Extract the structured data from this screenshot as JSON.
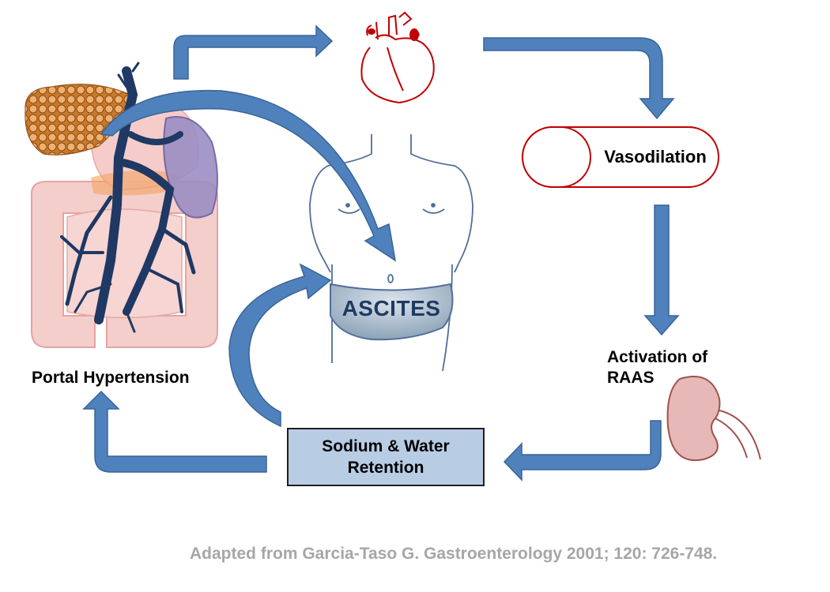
{
  "labels": {
    "portal_hypertension": "Portal Hypertension",
    "vasodilation": "Vasodilation",
    "activation_raas_line1": "Activation of",
    "activation_raas_line2": "RAAS",
    "sodium_water_line1": "Sodium & Water",
    "sodium_water_line2": "Retention",
    "ascites": "ASCITES"
  },
  "citation": "Adapted from Garcia-Taso G. Gastroenterology 2001; 120: 726-748.",
  "colors": {
    "arrow_fill": "#4f81bd",
    "arrow_stroke": "#3a6496",
    "vasodilation_border": "#c00000",
    "retention_fill": "#b8cce4",
    "heart_stroke": "#c00000",
    "kidney_fill": "#e6b8b7",
    "torso_stroke": "#4f6f9a",
    "vein_color": "#1f3864",
    "citation_color": "#a6a6a6"
  },
  "icons": [
    "heart-icon",
    "kidney-icon",
    "torso-icon",
    "liver-gut-illustration"
  ]
}
